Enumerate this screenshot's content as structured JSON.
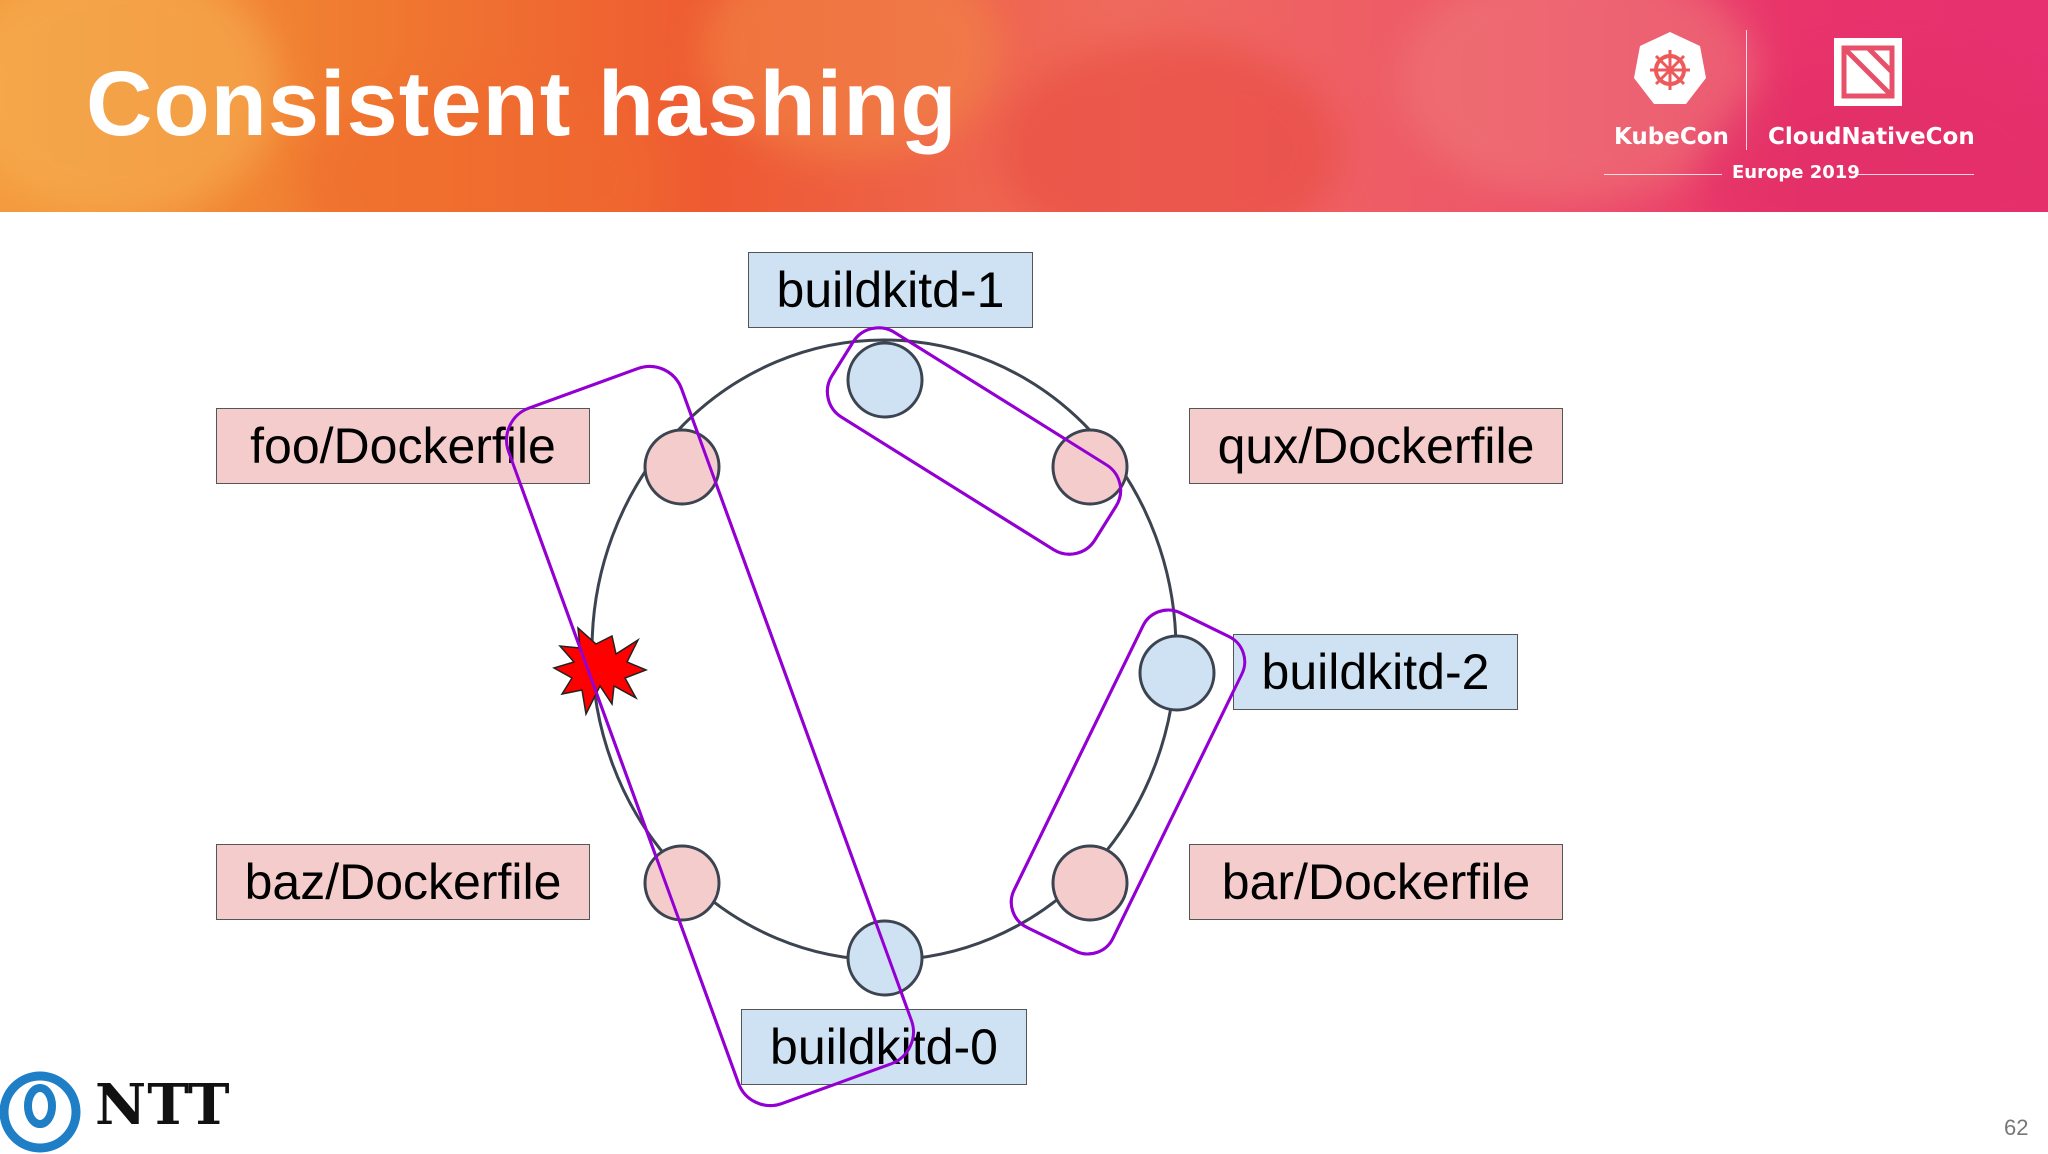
{
  "slide": {
    "title": "Consistent hashing",
    "page_number": "62"
  },
  "event": {
    "kubecon_label": "KubeCon",
    "cloudnativecon_label": "CloudNativeCon",
    "edition": "Europe 2019"
  },
  "footer": {
    "company": "NTT"
  },
  "diagram": {
    "nodes": {
      "buildkitd_0": "buildkitd-0",
      "buildkitd_1": "buildkitd-1",
      "buildkitd_2": "buildkitd-2"
    },
    "keys": {
      "foo": "foo/Dockerfile",
      "qux": "qux/Dockerfile",
      "baz": "baz/Dockerfile",
      "bar": "bar/Dockerfile"
    }
  },
  "colors": {
    "key_fill": "#f4cccc",
    "node_fill": "#cfe2f3",
    "group_outline": "#9400d3",
    "ring": "#3c4451",
    "failure": "#ff0000"
  }
}
